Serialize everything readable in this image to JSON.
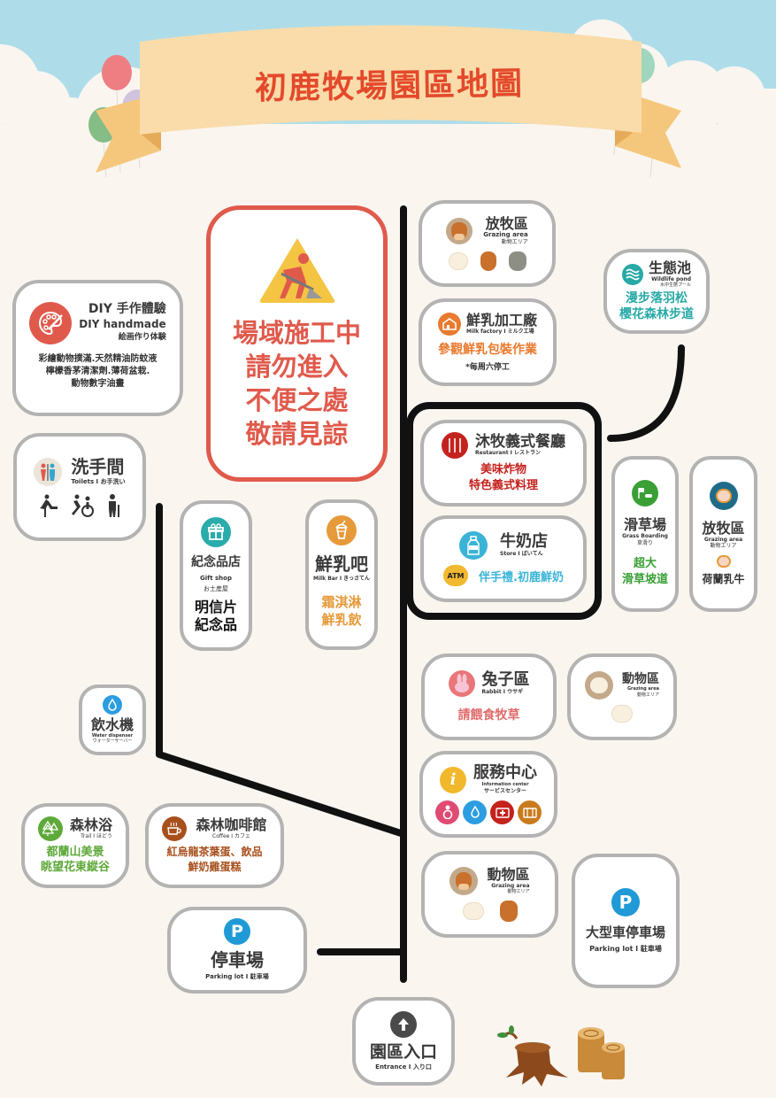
{
  "header": {
    "title": "初鹿牧場園區地圖",
    "colors": {
      "sky": "#aedde9",
      "cloud": "#faf5ef",
      "banner": "#f9dcaa",
      "banner_tail": "#f5c77c",
      "title": "#e4492b"
    },
    "balloons_left": [
      "#ef7e82",
      "#f2e48f",
      "#cfc3dd",
      "#86bc86"
    ],
    "balloons_right": [
      "#6fa5d8",
      "#9fd6bd",
      "#ebe8df",
      "#f2a49b"
    ]
  },
  "construction": {
    "icon": "construction-worker-icon",
    "lines": [
      "場域施工中",
      "請勿進入",
      "不便之處",
      "敬請見諒"
    ],
    "color": "#e05a4c"
  },
  "diy": {
    "icon": "palette-icon",
    "title": "DIY 手作體驗",
    "en": "DIY handmade",
    "jp": "絵画作り体験",
    "desc": [
      "彩繪動物撲滿.天然精油防蚊液",
      "檸檬香茅清潔劑.薄荷盆栽.",
      "動物數字油畫"
    ]
  },
  "toilets": {
    "title": "洗手間",
    "sub": "Toilets I お手洗い",
    "icons": [
      "restroom-icon",
      "baby-changing-icon",
      "wheelchair-icon",
      "elderly-icon"
    ]
  },
  "gift_shop": {
    "icon": "gift-icon",
    "title": "紀念品店",
    "en": "Gift shop",
    "jp": "お土産屋",
    "desc": [
      "明信片",
      "紀念品"
    ]
  },
  "milk_bar": {
    "icon": "drink-cup-icon",
    "title": "鮮乳吧",
    "sub": "Milk Bar I きっさてん",
    "desc": [
      "霜淇淋",
      "鮮乳飲"
    ]
  },
  "grazing_top": {
    "title": "放牧區",
    "en": "Grazing area",
    "jp": "動物エリア",
    "animals": [
      "goat",
      "horse",
      "donkey"
    ]
  },
  "milk_factory": {
    "icon": "factory-icon",
    "title": "鮮乳加工廠",
    "sub": "Milk factory I ミルク工場",
    "desc": "參觀鮮乳包裝作業",
    "note": "*每周六停工"
  },
  "wildlife_pond": {
    "icon": "water-waves-icon",
    "title": "生態池",
    "en": "Wildlife pond",
    "jp": "水中生態プール",
    "desc": [
      "漫步落羽松",
      "櫻花森林步道"
    ]
  },
  "restaurant": {
    "icon": "utensils-icon",
    "title": "沐牧義式餐廳",
    "sub": "Restaurant  I  レストラン",
    "desc": [
      "美味炸物",
      "特色義式料理"
    ]
  },
  "milk_store": {
    "icon": "milk-bottle-icon",
    "title": "牛奶店",
    "sub": "Store I ばいてん",
    "atm": "ATM",
    "desc": "伴手禮.初鹿鮮奶"
  },
  "grass_boarding": {
    "icon": "grass-sled-icon",
    "title": "滑草場",
    "en": "Grass Boarding",
    "jp": "草滑り",
    "desc": [
      "超大",
      "滑草坡道"
    ]
  },
  "grazing_cow": {
    "icon": "cow-icon",
    "title": "放牧區",
    "en": "Grazing area",
    "jp": "動物エリア",
    "desc": "荷蘭乳牛"
  },
  "rabbit": {
    "icon": "rabbit-icon",
    "title": "兔子區",
    "sub": "Rabbit I ウサギ",
    "desc": "請餵食牧草"
  },
  "animal_goat": {
    "title": "動物區",
    "en": "Grazing area",
    "jp": "動物エリア"
  },
  "water_dispenser": {
    "icon": "water-drop-icon",
    "title": "飲水機",
    "en": "Water dispenser",
    "jp": "ウォーターサーバー"
  },
  "info_center": {
    "icon": "info-icon",
    "title": "服務中心",
    "en": "Information center",
    "jp": "サービスセンター",
    "services": [
      "nursing-room-icon",
      "water-drop-icon",
      "first-aid-icon",
      "luggage-icon"
    ]
  },
  "forest_trail": {
    "icon": "trees-icon",
    "title": "森林浴",
    "sub": "Trail I ほどう",
    "desc": [
      "都蘭山美景",
      "眺望花東縱谷"
    ]
  },
  "coffee": {
    "icon": "coffee-cup-icon",
    "title": "森林咖啡館",
    "sub": "Coffee I カフェ",
    "desc": [
      "紅烏龍茶葉蛋、飲品",
      "鮮奶雞蛋糕"
    ]
  },
  "animal_bottom": {
    "title": "動物區",
    "en": "Grazing area",
    "jp": "動物エリア"
  },
  "parking_left": {
    "icon": "P",
    "title": "停車場",
    "sub": "Parking lot I 駐車場"
  },
  "parking_bus": {
    "icon": "P",
    "title": "大型車停車場",
    "sub": "Parking lot I 駐車場"
  },
  "entrance": {
    "icon": "arrow-up-icon",
    "title": "園區入口",
    "sub": "Entrance  I  入り口"
  }
}
